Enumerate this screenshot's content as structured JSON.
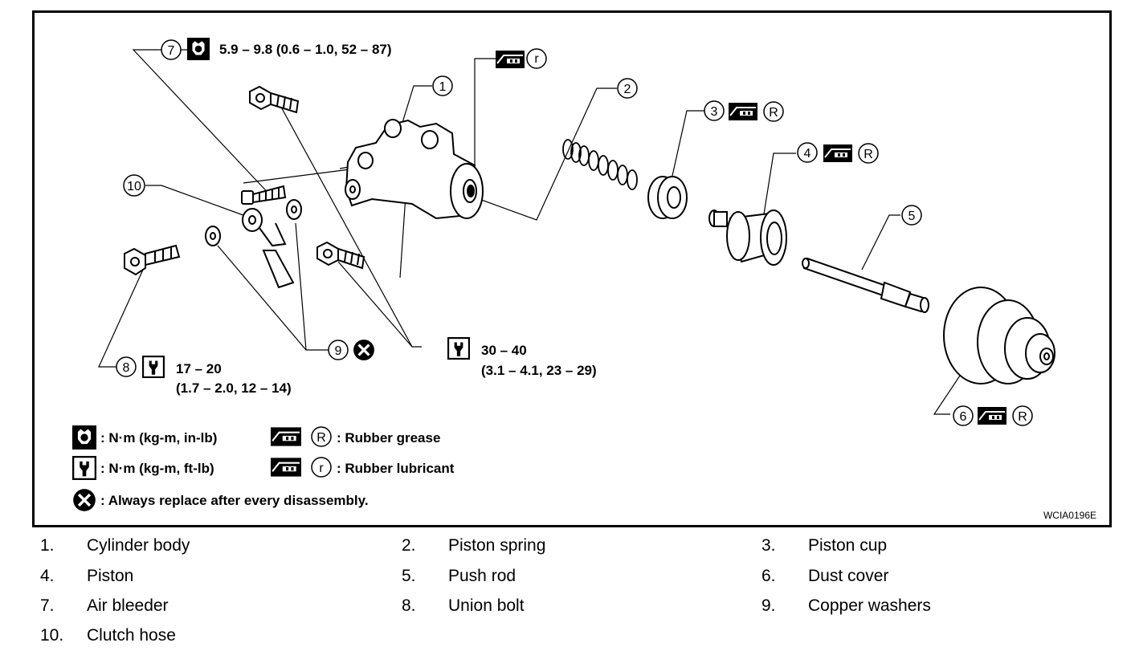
{
  "callouts": {
    "c1": "1",
    "c2": "2",
    "c3": "3",
    "c4": "4",
    "c5": "5",
    "c6": "6",
    "c7": "7",
    "c8": "8",
    "c9": "9",
    "c10": "10",
    "r_small": "r",
    "r_big": "R"
  },
  "torques": {
    "t7": "5.9 – 9.8 (0.6 – 1.0, 52 – 87)",
    "t8_line1": "17 – 20",
    "t8_line2": "(1.7 – 2.0, 12 – 14)",
    "t_bolts_line1": "30 – 40",
    "t_bolts_line2": "(3.1 – 4.1, 23 – 29)"
  },
  "legend": {
    "nm_inlb": ": N·m (kg-m, in-lb)",
    "nm_ftlb": ": N·m (kg-m, ft-lb)",
    "rubber_grease": ": Rubber grease",
    "rubber_lubricant": ": Rubber lubricant",
    "always_replace": ": Always replace after every disassembly."
  },
  "figure_code": "WCIA0196E",
  "parts": [
    {
      "num": "1.",
      "name": "Cylinder body"
    },
    {
      "num": "2.",
      "name": "Piston spring"
    },
    {
      "num": "3.",
      "name": "Piston cup"
    },
    {
      "num": "4.",
      "name": "Piston"
    },
    {
      "num": "5.",
      "name": "Push rod"
    },
    {
      "num": "6.",
      "name": "Dust cover"
    },
    {
      "num": "7.",
      "name": "Air bleeder"
    },
    {
      "num": "8.",
      "name": "Union bolt"
    },
    {
      "num": "9.",
      "name": "Copper washers"
    },
    {
      "num": "10.",
      "name": "Clutch hose"
    }
  ]
}
